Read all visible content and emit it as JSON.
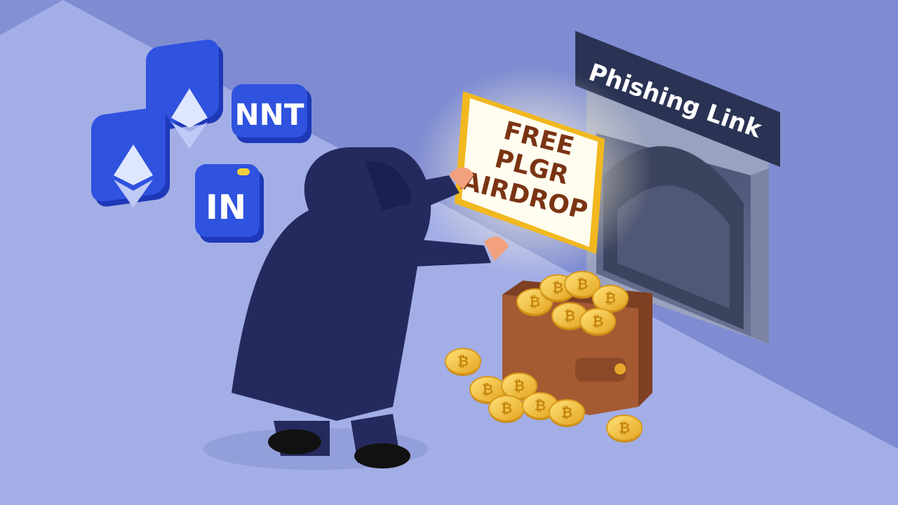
{
  "scene": {
    "sign_text": "Phishing Link",
    "airdrop_banner": {
      "line1": "FREE",
      "line2": "PLGR",
      "line3": "AIRDROP"
    },
    "token_tiles": [
      {
        "icon": "ethereum-icon"
      },
      {
        "icon": "ethereum-icon"
      },
      {
        "text": "NNT"
      },
      {
        "text": "IN"
      }
    ],
    "coin_symbol": "₿",
    "colors": {
      "background": "#8f9cdc",
      "floor": "#a3aee6",
      "wall": "#8390d4",
      "sign": "#2b3354",
      "hooded_figure": "#252a5e",
      "banner_border": "#f1b81f",
      "banner_text": "#7a3413",
      "coin": "#f2c233",
      "wallet": "#a55a32",
      "token_tile": "#2f52df"
    }
  }
}
